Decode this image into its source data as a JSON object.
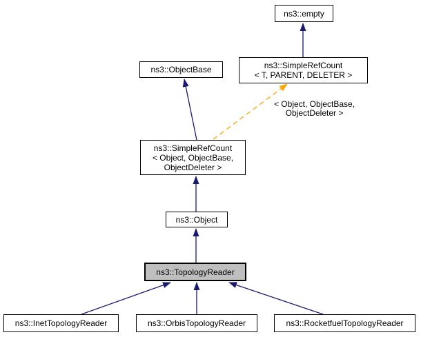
{
  "colors": {
    "inheritance_edge": "#191970",
    "template_edge": "#ffa500",
    "node_border": "#000000",
    "node_fill": "#ffffff",
    "selected_node_fill": "#bfbfbf",
    "text": "#000000",
    "background": "#ffffff"
  },
  "nodes": [
    {
      "id": "ns3-empty",
      "lines": [
        "ns3::empty"
      ],
      "selected": false
    },
    {
      "id": "ns3-simplerefcount-template",
      "lines": [
        "ns3::SimpleRefCount",
        "< T, PARENT, DELETER >"
      ],
      "selected": false
    },
    {
      "id": "ns3-objectbase",
      "lines": [
        "ns3::ObjectBase"
      ],
      "selected": false
    },
    {
      "id": "ns3-simplerefcount-object",
      "lines": [
        "ns3::SimpleRefCount",
        "< Object, ObjectBase,",
        "ObjectDeleter >"
      ],
      "selected": false
    },
    {
      "id": "ns3-object",
      "lines": [
        "ns3::Object"
      ],
      "selected": false
    },
    {
      "id": "ns3-topologyreader",
      "lines": [
        "ns3::TopologyReader"
      ],
      "selected": true
    },
    {
      "id": "ns3-inettopologyreader",
      "lines": [
        "ns3::InetTopologyReader"
      ],
      "selected": false
    },
    {
      "id": "ns3-orbistopologyreader",
      "lines": [
        "ns3::OrbisTopologyReader"
      ],
      "selected": false
    },
    {
      "id": "ns3-rocketfueltopologyreader",
      "lines": [
        "ns3::RocketfuelTopologyReader"
      ],
      "selected": false
    }
  ],
  "edge_labels": {
    "template_instantiation": [
      "< Object, ObjectBase,",
      "ObjectDeleter >"
    ]
  }
}
